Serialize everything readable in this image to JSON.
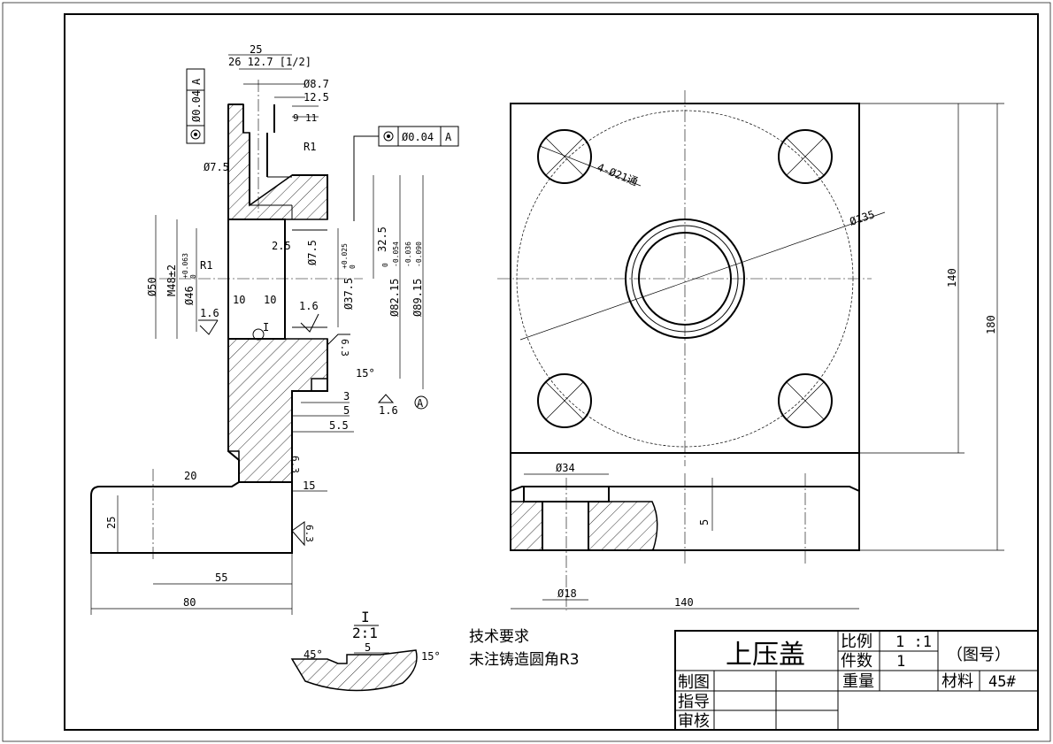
{
  "part_name": "上压盖",
  "title_block": {
    "scale_label": "比例",
    "scale_value": "1 :1",
    "qty_label": "件数",
    "qty_value": "1",
    "drawing_no": "（图号）",
    "weight_label": "重量",
    "material_label": "材料",
    "material_value": "45#",
    "drawn_label": "制图",
    "guide_label": "指导",
    "review_label": "审核"
  },
  "tech_req": {
    "title": "技术要求",
    "note": "未注铸造圆角R3"
  },
  "detail": {
    "label": "I",
    "scale": "2:1",
    "dim_width": "5",
    "angle_left": "45°",
    "angle_right": "15°"
  },
  "section_view": {
    "dims": {
      "d25": "25",
      "thread_top": "26  12.7  [1/2]",
      "d8_7": "Ø8.7",
      "d12_5": "12.5",
      "d9": "9",
      "d11": "11",
      "r1a": "R1",
      "d7_5a": "Ø7.5",
      "d50": "Ø50",
      "m48": "M48±2",
      "d46": "Ø46",
      "d46_tol": "+0.063",
      "d46_low": "0",
      "r1b": "R1",
      "d10a": "10",
      "d10b": "10",
      "d2_5": "2.5",
      "d7_5b": "Ø7.5",
      "d37": "Ø37.5",
      "d37_tol": "+0.025",
      "d37_low": "0",
      "d32_5": "32.5",
      "d82": "Ø82.15",
      "d82_tol": "-0.054",
      "d82_up": "0",
      "d89": "Ø89.15",
      "d89_tol": "-0.090",
      "d89_up": "-0.036",
      "rough1": "1.6",
      "rough2": "1.6",
      "rough3": "1.6",
      "rough63a": "6.3",
      "rough63b": "6.3",
      "rough63c": "6.3",
      "ang15": "15°",
      "d3": "3",
      "d5": "5",
      "d5_5": "5.5",
      "d20": "20",
      "d15": "15",
      "d55": "55",
      "d80": "80",
      "detail_mark": "I",
      "datum": "A",
      "tol1_value": "Ø0.04",
      "tol1_datum": "A",
      "tol2_value": "Ø0.04",
      "tol2_datum": "A"
    }
  },
  "plan_view": {
    "dims": {
      "holes": "4-Ø21通",
      "d135": "Ø135",
      "h140": "140",
      "h180": "180",
      "w140": "140"
    }
  },
  "bottom_view": {
    "dims": {
      "d34": "Ø34",
      "d18": "Ø18",
      "d5": "5"
    }
  }
}
